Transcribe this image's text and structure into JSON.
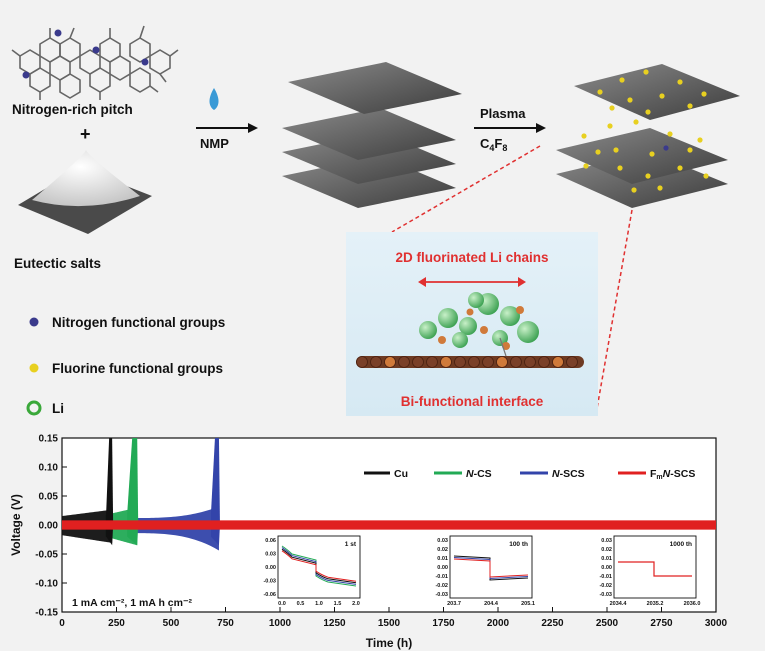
{
  "labels": {
    "pitch": "Nitrogen-rich pitch",
    "plus": "+",
    "salts": "Eutectic salts",
    "nmp": "NMP",
    "plasma": "Plasma",
    "c4f8_base": "C",
    "c4f8_sub1": "4",
    "c4f8_f": "F",
    "c4f8_sub2": "8",
    "inset_title": "2D fluorinated Li chains",
    "inset_bottom": "Bi-functional interface"
  },
  "legend": [
    {
      "label": "Nitrogen functional groups",
      "color": "#3a3a8c"
    },
    {
      "label": "Fluorine functional groups",
      "color": "#e8d020"
    },
    {
      "label": "Li",
      "color": "#3aa83a"
    }
  ],
  "colors": {
    "nitrogen": "#3a3a8c",
    "fluorine": "#e8d020",
    "li": "#5fbf6a",
    "sheet": "#555555"
  },
  "chart_data": {
    "type": "line",
    "xlabel": "Time (h)",
    "ylabel": "Voltage (V)",
    "xlim": [
      0,
      3000
    ],
    "ylim": [
      -0.15,
      0.15
    ],
    "xticks": [
      "0",
      "250",
      "500",
      "750",
      "1000",
      "1250",
      "1500",
      "1750",
      "2000",
      "2250",
      "2500",
      "2750",
      "3000"
    ],
    "yticks": [
      "0.15",
      "0.10",
      "0.05",
      "0.00",
      "-0.05",
      "-0.10",
      "-0.15"
    ],
    "condition_text": "1 mA cm⁻²,   1 mA h cm⁻²",
    "series": [
      {
        "name": "Cu",
        "color": "#111111",
        "fail_x": 230,
        "band": 0.022
      },
      {
        "name": "N-CS",
        "color": "#22aa55",
        "fail_x": 345,
        "band": 0.025
      },
      {
        "name": "N-SCS",
        "color": "#3344aa",
        "fail_x": 720,
        "band": 0.03
      },
      {
        "name": "F-N-SCS",
        "color": "#e02020",
        "fail_x": 3000,
        "band": 0.008
      }
    ],
    "legend_labels": {
      "cu": "Cu",
      "ncs_i": "N",
      "ncs": "-CS",
      "nscs_i": "N",
      "nscs": "-SCS",
      "fnscs_f": "F",
      "fnscs_sub": "m",
      "fnscs_i": "N",
      "fnscs": "-SCS"
    },
    "insets": [
      {
        "label": "1 st",
        "xticks": [
          "0.0",
          "0.5",
          "1.0",
          "1.5",
          "2.0"
        ],
        "yticks": [
          "0.06",
          "0.03",
          "0.00",
          "-0.03",
          "-0.06"
        ]
      },
      {
        "label": "100 th",
        "xticks": [
          "203.7",
          "204.4",
          "205.1"
        ],
        "yticks": [
          "0.03",
          "0.02",
          "0.01",
          "0.00",
          "-0.01",
          "-0.02",
          "-0.03"
        ]
      },
      {
        "label": "1000 th",
        "xticks": [
          "2034.4",
          "2035.2",
          "2036.0"
        ],
        "yticks": [
          "0.03",
          "0.02",
          "0.01",
          "0.00",
          "-0.01",
          "-0.02",
          "-0.03"
        ]
      }
    ]
  }
}
